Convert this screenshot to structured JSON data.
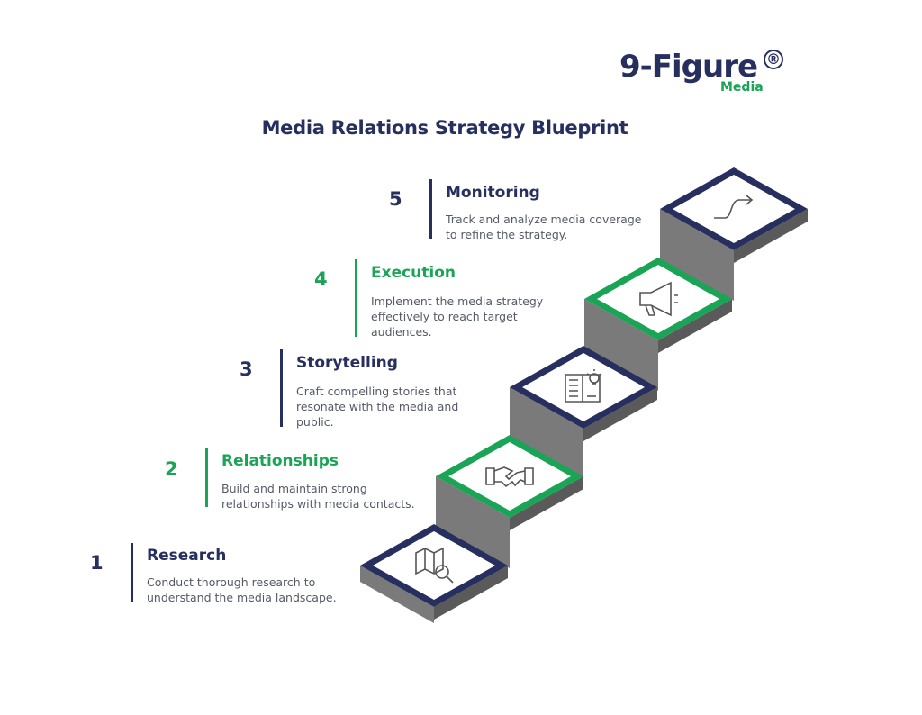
{
  "brand": {
    "logo_text": "9-Figure",
    "logo_sub": "Media",
    "logo_mark": "®"
  },
  "title": "Media Relations Strategy Blueprint",
  "colors": {
    "navy": "#272f5e",
    "green": "#1aa455",
    "stair_gray": "#6b6b6b"
  },
  "steps": [
    {
      "num": "1",
      "title": "Research",
      "desc": "Conduct thorough research to understand the media landscape.",
      "accent": "navy",
      "icon": "map-search-icon"
    },
    {
      "num": "2",
      "title": "Relationships",
      "desc": "Build and maintain strong relationships with media contacts.",
      "accent": "green",
      "icon": "handshake-icon"
    },
    {
      "num": "3",
      "title": "Storytelling",
      "desc": "Craft compelling stories that resonate with the media and public.",
      "accent": "navy",
      "icon": "book-lightbulb-icon"
    },
    {
      "num": "4",
      "title": "Execution",
      "desc": "Implement the media strategy effectively to reach target audiences.",
      "accent": "green",
      "icon": "megaphone-icon"
    },
    {
      "num": "5",
      "title": "Monitoring",
      "desc": "Track and analyze media coverage to refine the strategy.",
      "accent": "navy",
      "icon": "trend-arrow-icon"
    }
  ]
}
